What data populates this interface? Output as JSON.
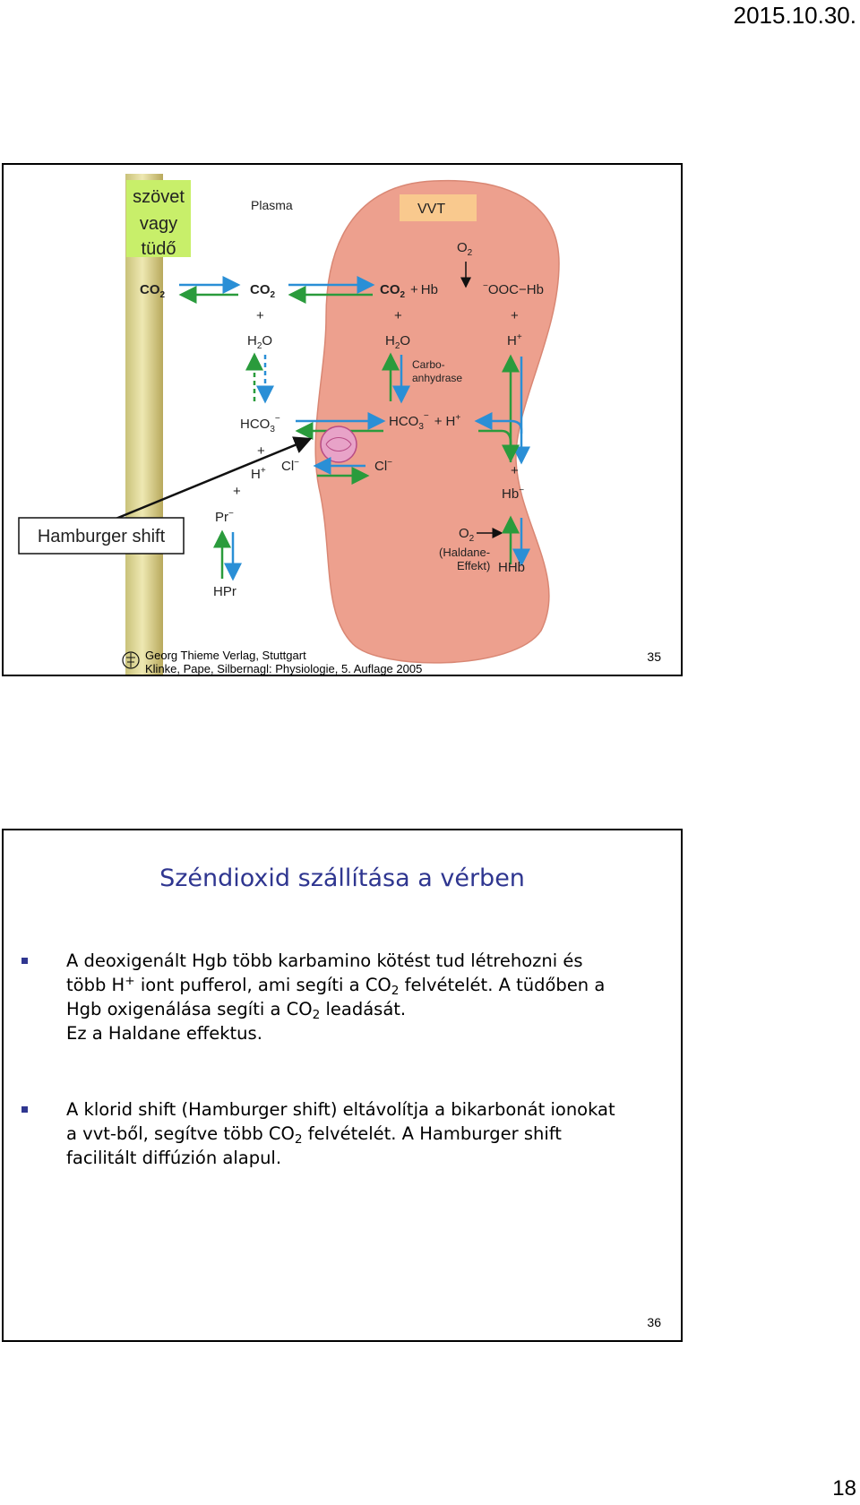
{
  "page": {
    "date": "2015.10.30.",
    "number": "18"
  },
  "slide35": {
    "number": "35",
    "diagram": {
      "label_tissue": [
        "szövet",
        "vagy",
        "tüdő"
      ],
      "label_plasma": "Plasma",
      "label_rbc": "VVT",
      "label_hamburger": "Hamburger shift",
      "co2": "CO",
      "sub2": "2",
      "sub3": "3",
      "plus": "+",
      "hb": "Hb",
      "h2o_h": "H",
      "h2o_o": "O",
      "o": "O",
      "ooc_hb": "OOC−Hb",
      "minus": "−",
      "h": "H",
      "carbo_1": "Carbo-",
      "carbo_2": "anhydrase",
      "hco": "HCO",
      "cl": "Cl",
      "pr": "Pr",
      "hpr": "HPr",
      "haldane_1": "(Haldane-",
      "haldane_2": "Effekt)",
      "hhb": "HHb"
    },
    "credit_line1": "Georg Thieme Verlag, Stuttgart",
    "credit_line2": "Klinke, Pape, Silbernagl: Physiologie, 5. Auflage 2005"
  },
  "slide36": {
    "number": "36",
    "title": "Széndioxid szállítása a vérben",
    "b1_a": "A deoxigenált Hgb több karbamino kötést tud létrehozni és több H",
    "b1_sup": "+",
    "b1_b": " iont pufferol, ami segíti a CO",
    "b1_sub1": "2",
    "b1_c": " felvételét. A tüdőben a Hgb oxigenálása segíti a CO",
    "b1_sub2": "2",
    "b1_d": " leadását.",
    "b1_e": "Ez a Haldane effektus.",
    "b2_a": "A klorid shift  (Hamburger shift) eltávolítja a bikarbonát ionokat a vvt-ből, segítve több CO",
    "b2_sub": "2",
    "b2_b": " felvételét. A Hamburger shift facilitált diffúzión alapul."
  }
}
